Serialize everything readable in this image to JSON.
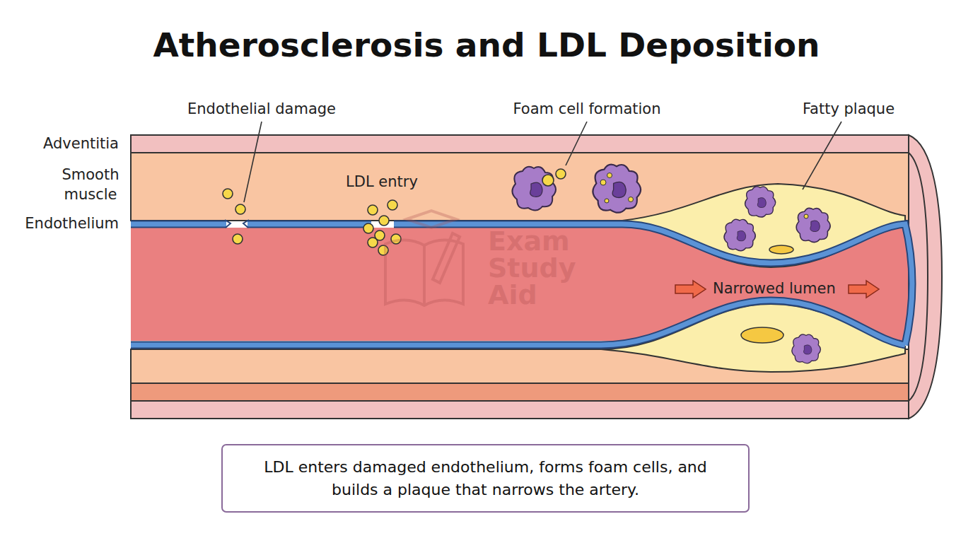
{
  "diagram": {
    "title": "Atherosclerosis and LDL Deposition",
    "caption": "LDL enters damaged endothelium, forms foam cells, and builds a plaque that narrows the artery.",
    "labels": [
      "Endothelial damage",
      "LDL entry",
      "Foam cell formation",
      "Fatty plaque",
      "Adventitia",
      "Smooth muscle",
      "Endothelium",
      "Narrowed lumen",
      "Exam Study Aid"
    ]
  }
}
